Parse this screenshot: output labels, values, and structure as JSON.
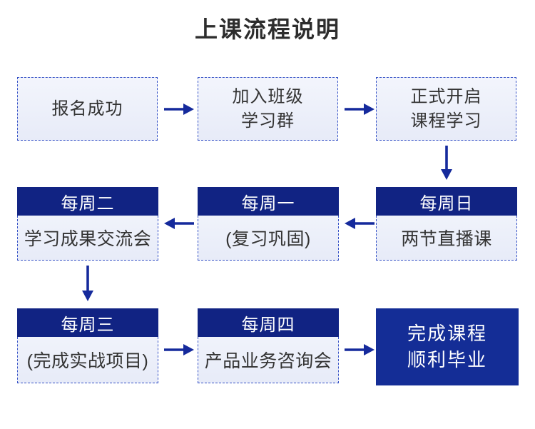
{
  "title": "上课流程说明",
  "colors": {
    "header_navy": "#112383",
    "final_navy": "#142d96",
    "arrow_blue": "#152a9c",
    "dashed_border_blue": "#3551c6",
    "box_bg_light": "#e9edf8",
    "body_text": "#333333",
    "title_text": "#2d2d2d"
  },
  "icons": {
    "arrow_right": "right-pointing flow arrow",
    "arrow_left": "left-pointing flow arrow",
    "arrow_down": "down-pointing flow arrow"
  },
  "steps": {
    "signup": {
      "line1": "报名成功"
    },
    "join_group": {
      "line1": "加入班级",
      "line2": "学习群"
    },
    "start_course": {
      "line1": "正式开启",
      "line2": "课程学习"
    },
    "sunday": {
      "day": "每周日",
      "activity": "两节直播课"
    },
    "monday": {
      "day": "每周一",
      "activity": "(复习巩固)"
    },
    "tuesday": {
      "day": "每周二",
      "activity": "学习成果交流会"
    },
    "wednesday": {
      "day": "每周三",
      "activity": "(完成实战项目)"
    },
    "thursday": {
      "day": "每周四",
      "activity": "产品业务咨询会"
    },
    "graduate": {
      "line1": "完成课程",
      "line2": "顺利毕业"
    }
  }
}
